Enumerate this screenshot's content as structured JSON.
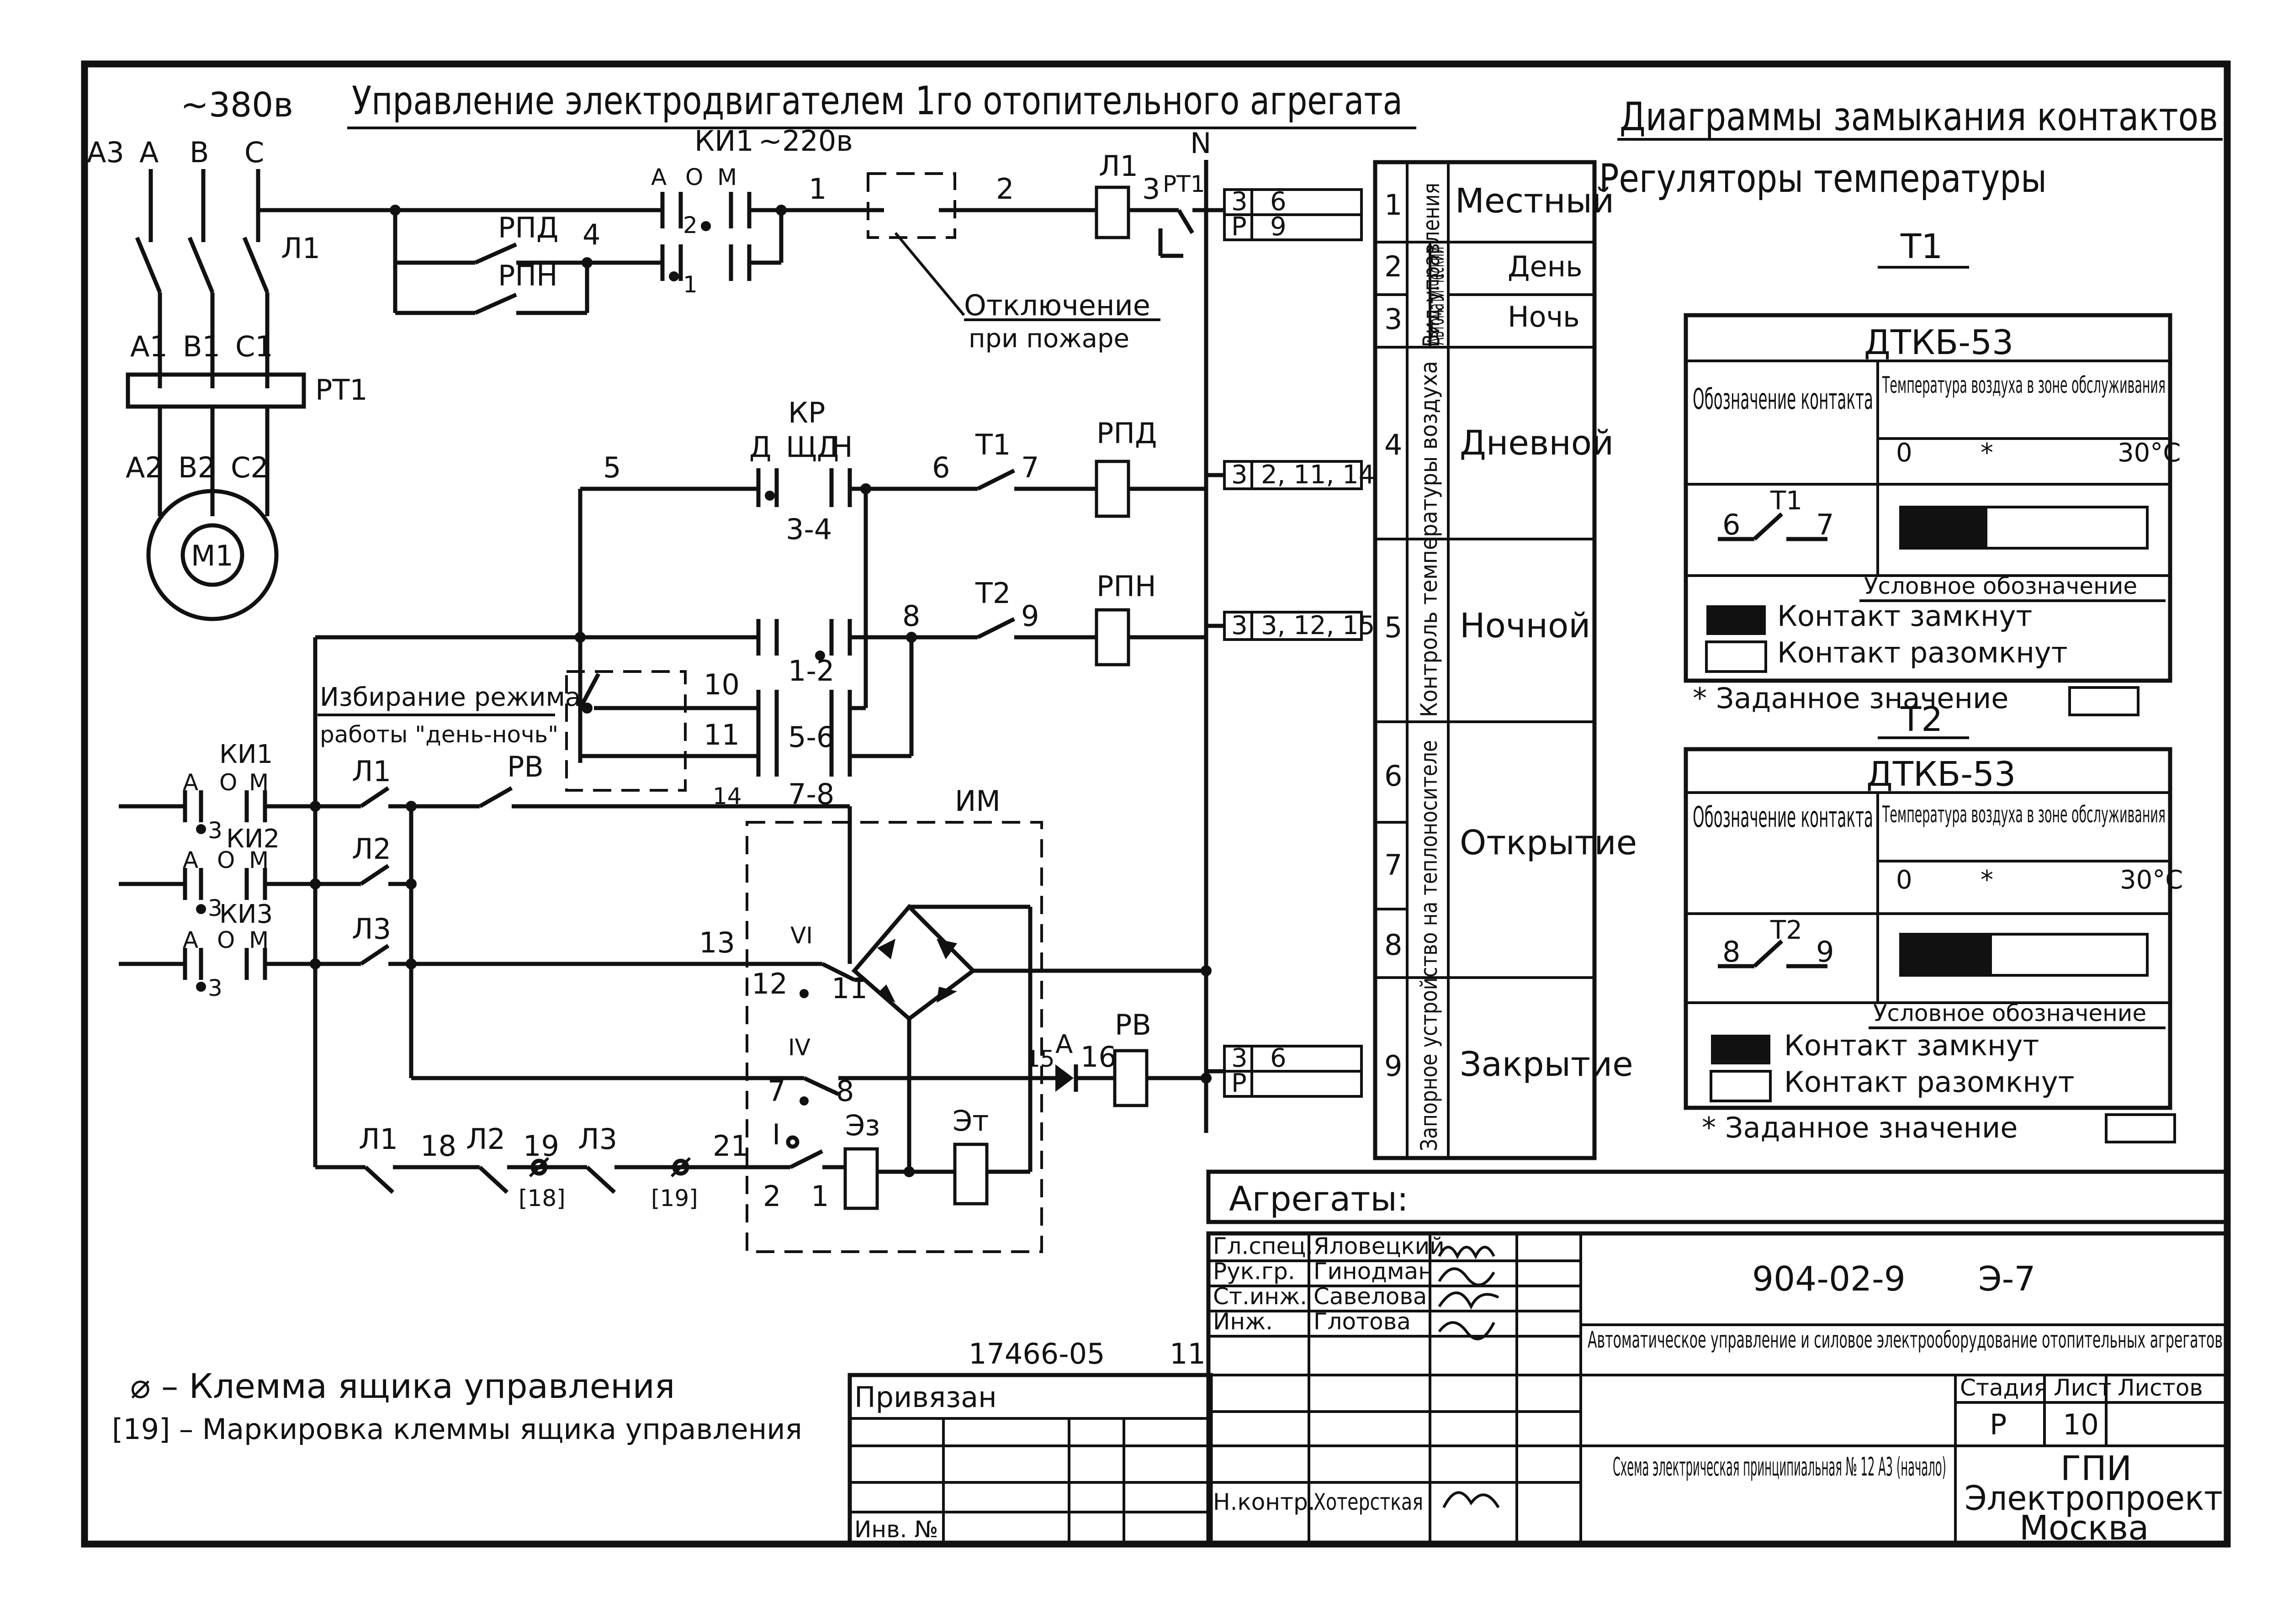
{
  "power": {
    "voltage": "~380в",
    "phases": [
      "A3",
      "A",
      "B",
      "C"
    ],
    "under_phases": [
      "A1",
      "B1",
      "C1",
      "A2",
      "B2",
      "C2"
    ],
    "relay": "РТ1",
    "motor": "М1",
    "contact": "Л1"
  },
  "title_main": "Управление электродвигателем 1го отопительного агрегата",
  "ki1_top": {
    "label": "КИ1",
    "voltage": "~220в",
    "positions": [
      "А",
      "О",
      "М"
    ],
    "n": "N"
  },
  "labels": {
    "rpd": "РПД",
    "rpn": "РПН",
    "l1": "Л1",
    "rt1": "РТ1",
    "kr": "КР",
    "kr_pos": "ЩД",
    "d": "Д",
    "n": "Н",
    "t1": "Т1",
    "t2": "Т2",
    "im": "ИМ",
    "rv": "РВ",
    "l2": "Л2",
    "l3": "Л3",
    "ki1": "КИ1",
    "ki2": "КИ2",
    "ki3": "КИ3",
    "vi": "VI",
    "iv": "IV",
    "i": "I",
    "ez": "Эз",
    "et": "Эт",
    "a": "А",
    "o": "О",
    "m": "М"
  },
  "fire": {
    "line1": "Отключение",
    "line2": "при пожаре"
  },
  "mode": {
    "line1": "Избирание режима",
    "line2": "работы \"день-ночь\""
  },
  "wire_numbers": [
    "1",
    "2",
    "3",
    "4",
    "5",
    "6",
    "7",
    "8",
    "9",
    "10",
    "11",
    "12",
    "13",
    "14",
    "15",
    "16",
    "18",
    "19",
    "21",
    "1-2",
    "3-4",
    "5-6",
    "7-8",
    "[18]",
    "[19]"
  ],
  "refs": {
    "r1a": "3",
    "r1b": "6",
    "r1c": "Р",
    "r1d": "9",
    "r2a": "3",
    "r2b": "2, 11, 14",
    "r3a": "3",
    "r3b": "3, 12, 15",
    "r4a": "3",
    "r4b": "6",
    "r4c": "Р"
  },
  "side_table": {
    "groups": [
      "Вид управления",
      "Автомати-ческий",
      "Контроль температуры воздуха",
      "Запорное устройство на теплоносителе"
    ],
    "rows": [
      {
        "n": "1",
        "label": "Местный"
      },
      {
        "n": "2",
        "label": "День"
      },
      {
        "n": "3",
        "label": "Ночь"
      },
      {
        "n": "4",
        "label": "Дневной"
      },
      {
        "n": "5",
        "label": "Ночной"
      },
      {
        "n": "6",
        "label": ""
      },
      {
        "n": "7",
        "label": "Открытие"
      },
      {
        "n": "8",
        "label": ""
      },
      {
        "n": "9",
        "label": "Закрытие"
      }
    ]
  },
  "diagrams": {
    "title": "Диаграммы замыкания контактов",
    "subtitle": "Регуляторы температуры",
    "panels": [
      {
        "name": "Т1",
        "device": "ДТКБ-53",
        "col1": "Обозначение контакта",
        "col2": "Температура воздуха в зоне обслуживания",
        "t0": "0",
        "tset": "*",
        "tmax": "30°С",
        "c_from": "6",
        "c_to": "7",
        "c_name": "Т1"
      },
      {
        "name": "Т2",
        "device": "ДТКБ-53",
        "col1": "Обозначение контакта",
        "col2": "Температура воздуха в зоне обслуживания",
        "t0": "0",
        "tset": "*",
        "tmax": "30°С",
        "c_from": "8",
        "c_to": "9",
        "c_name": "Т2"
      }
    ],
    "legend_title": "Условное обозначение",
    "legend_closed": "Контакт замкнут",
    "legend_open": "Контакт разомкнут",
    "setpoint": "* Заданное значение"
  },
  "aggregates": "Агрегаты:",
  "stamp": {
    "code": "904-02-9",
    "sheet_code": "Э-7",
    "desc": "Автоматическое управление и силовое электрооборудование отопительных агрегатов",
    "roles": [
      {
        "role": "Гл.спец.",
        "name": "Яловецкий"
      },
      {
        "role": "Рук.гр.",
        "name": "Гинодман"
      },
      {
        "role": "Ст.инж.",
        "name": "Савелова"
      },
      {
        "role": "Инж.",
        "name": "Глотова"
      }
    ],
    "nkontr_role": "Н.контр.",
    "nkontr_name": "Хотерсткая",
    "stage_h": "Стадия",
    "sheet_h": "Лист",
    "sheets_h": "Листов",
    "stage": "Р",
    "sheet": "10",
    "scheme": "Схема электрическая принципиальная № 12 А3 (начало)",
    "org1": "ГПИ",
    "org2": "Электропроект",
    "org3": "Москва",
    "privyazan": "Привязан",
    "inv": "Инв. №",
    "number": "17466-05",
    "num11": "11"
  },
  "notes": {
    "line1": "⌀ – Клемма ящика управления",
    "line2": "[19] – Маркировка клеммы ящика управления"
  }
}
